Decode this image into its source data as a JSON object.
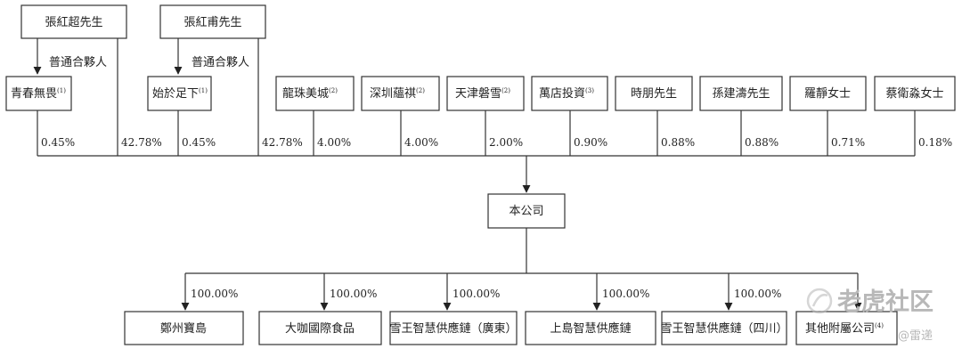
{
  "founders": {
    "zhang_hongchao": "張紅超先生",
    "zhang_hongfu": "張紅甫先生"
  },
  "general_partner_label_1": "普通合夥人",
  "general_partner_label_2": "普通合夥人",
  "shareholders": [
    {
      "name": "青春無畏",
      "note": "(1)",
      "pct": "0.45%"
    },
    {
      "name": "張紅超先生",
      "note": "",
      "pct": "42.78%"
    },
    {
      "name": "始於足下",
      "note": "(1)",
      "pct": "0.45%"
    },
    {
      "name": "張紅甫先生",
      "note": "",
      "pct": "42.78%"
    },
    {
      "name": "龍珠美城",
      "note": "(2)",
      "pct": "4.00%"
    },
    {
      "name": "深圳蘊祺",
      "note": "(2)",
      "pct": "4.00%"
    },
    {
      "name": "天津磐雪",
      "note": "(2)",
      "pct": "2.00%"
    },
    {
      "name": "萬店投資",
      "note": "(3)",
      "pct": "0.90%"
    },
    {
      "name": "時朋先生",
      "note": "",
      "pct": "0.88%"
    },
    {
      "name": "孫建濤先生",
      "note": "",
      "pct": "0.88%"
    },
    {
      "name": "羅靜女士",
      "note": "",
      "pct": "0.71%"
    },
    {
      "name": "蔡衛淼女士",
      "note": "",
      "pct": "0.18%"
    }
  ],
  "company": "本公司",
  "subsidiaries": [
    {
      "name": "鄭州寶島",
      "note": "",
      "pct": "100.00%"
    },
    {
      "name": "大咖國際食品",
      "note": "",
      "pct": "100.00%"
    },
    {
      "name": "雪王智慧供應鏈（廣東）",
      "note": "",
      "pct": "100.00%"
    },
    {
      "name": "上島智慧供應鏈",
      "note": "",
      "pct": "100.00%"
    },
    {
      "name": "雪王智慧供應鏈（四川）",
      "note": "",
      "pct": "100.00%"
    },
    {
      "name": "其他附屬公司",
      "note": "(4)",
      "pct": ""
    }
  ],
  "watermark": {
    "brand": "老虎社区",
    "user": "@雷递"
  }
}
